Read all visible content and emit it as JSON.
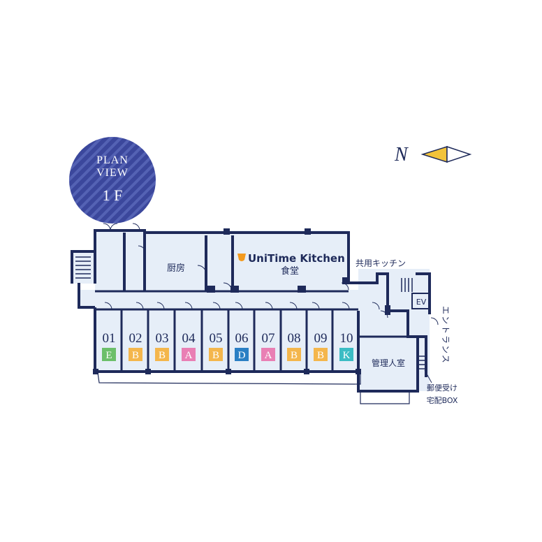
{
  "badge": {
    "line1": "PLAN",
    "line2": "VIEW",
    "floor": "1 F"
  },
  "compass": {
    "label": "N"
  },
  "brand": {
    "name": "UniTime Kitchen"
  },
  "labels": {
    "kitchen": "厨房",
    "dining": "食堂",
    "shared_kitchen": "共用キッチン",
    "ev": "EV",
    "entrance": "エントランス",
    "office": "管理人室",
    "mail1": "郵便受け",
    "mail2": "宅配BOX"
  },
  "rooms": [
    {
      "number": "01",
      "type": "E",
      "color": "#6cbf6a"
    },
    {
      "number": "02",
      "type": "B",
      "color": "#f4b64c"
    },
    {
      "number": "03",
      "type": "B",
      "color": "#f4b64c"
    },
    {
      "number": "04",
      "type": "A",
      "color": "#e97fb4"
    },
    {
      "number": "05",
      "type": "B",
      "color": "#f4b64c"
    },
    {
      "number": "06",
      "type": "D",
      "color": "#2a7fc4"
    },
    {
      "number": "07",
      "type": "A",
      "color": "#e97fb4"
    },
    {
      "number": "08",
      "type": "B",
      "color": "#f4b64c"
    },
    {
      "number": "09",
      "type": "B",
      "color": "#f4b64c"
    },
    {
      "number": "10",
      "type": "K",
      "color": "#3bbcc4"
    }
  ],
  "colors": {
    "wall": "#1e2a5a",
    "floor": "#e6eef8",
    "badge": "#3b479c",
    "compass_fill": "#f2c33a"
  }
}
